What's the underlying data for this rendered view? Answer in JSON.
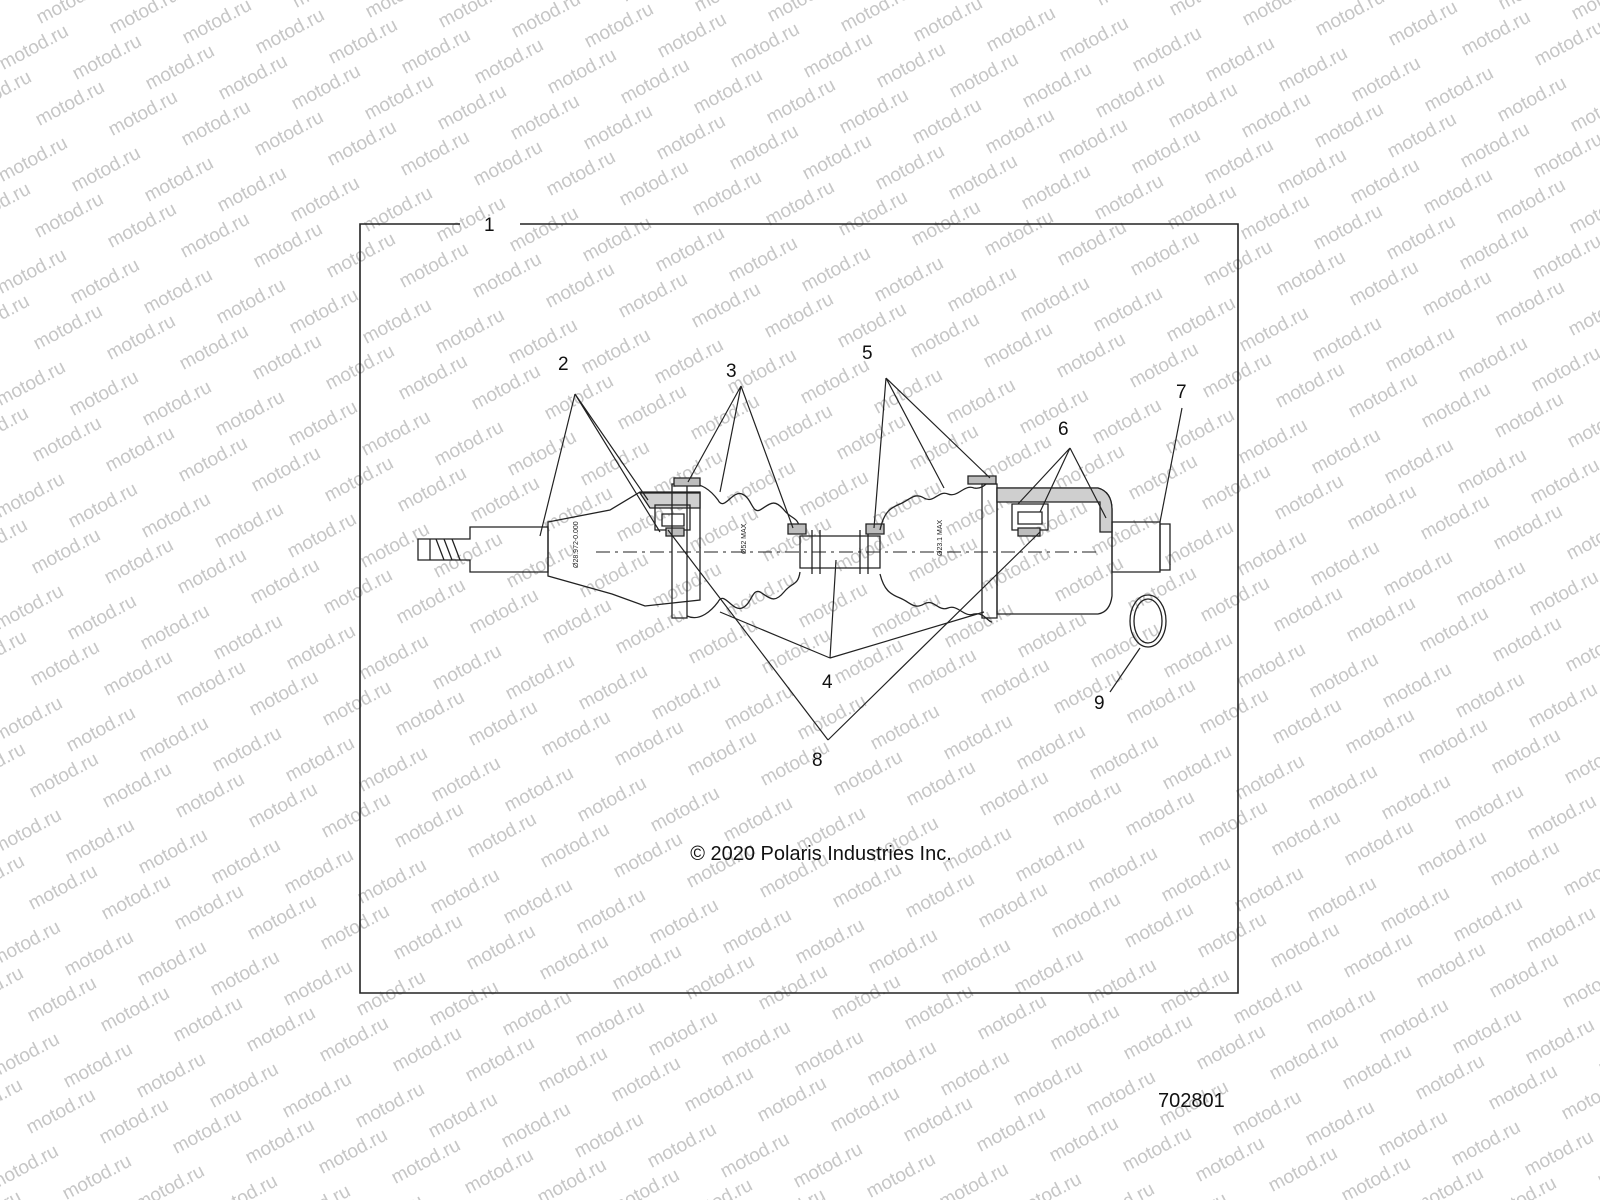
{
  "watermark": "motod.ru",
  "copyright": "© 2020 Polaris Industries Inc.",
  "diagram_id": "702801",
  "callouts": {
    "c1": "1",
    "c2": "2",
    "c3": "3",
    "c4": "4",
    "c5": "5",
    "c6": "6",
    "c7": "7",
    "c8": "8",
    "c9": "9"
  },
  "dimension_labels": {
    "inner_stub": "Ø28.972-0.000",
    "boot_max_left": "Ø52 MAX",
    "boot_max_right": "Ø23.1 MAX"
  },
  "colors": {
    "line": "#222222",
    "watermark": "#c6c6c6",
    "background": "#ffffff"
  }
}
